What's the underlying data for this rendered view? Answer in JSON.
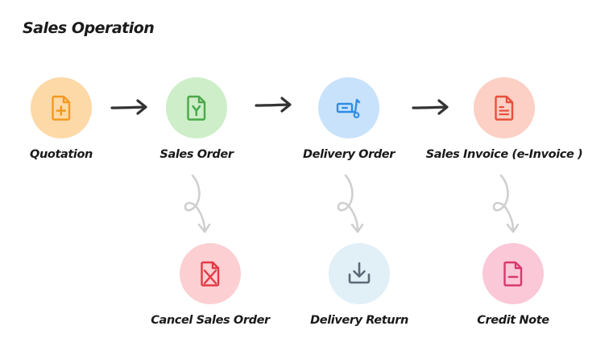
{
  "title": "Sales Operation",
  "nodes": {
    "quotation": {
      "label": "Quotation",
      "icon": "file-plus-icon",
      "bg": "#fdd9a8",
      "color": "#f39a1e"
    },
    "sales_order": {
      "label": "Sales Order",
      "icon": "file-y-icon",
      "bg": "#cdeec8",
      "color": "#4aa84a"
    },
    "delivery_order": {
      "label": "Delivery Order",
      "icon": "hand-truck-icon",
      "bg": "#c9e2fb",
      "color": "#2f8de4"
    },
    "sales_invoice": {
      "label": "Sales Invoice (e-Invoice )",
      "icon": "document-lines-icon",
      "bg": "#fcd0c5",
      "color": "#e8503a"
    },
    "cancel_sales_order": {
      "label": "Cancel Sales Order",
      "icon": "file-x-icon",
      "bg": "#fcd0d3",
      "color": "#e53945"
    },
    "delivery_return": {
      "label": "Delivery Return",
      "icon": "download-tray-icon",
      "bg": "#e1eff7",
      "color": "#5a6b78"
    },
    "credit_note": {
      "label": "Credit Note",
      "icon": "file-minus-icon",
      "bg": "#fbc8d8",
      "color": "#d63a6a"
    }
  },
  "colors": {
    "arrow": "#333333",
    "curl": "#cfcfcf",
    "text": "#1a1a1a"
  }
}
